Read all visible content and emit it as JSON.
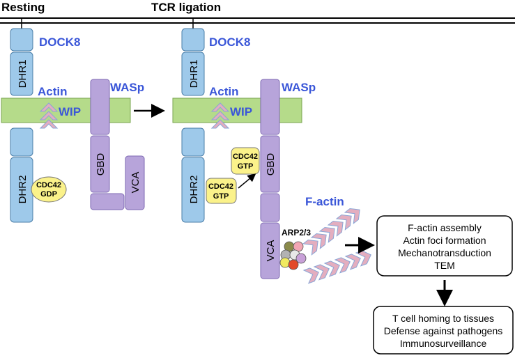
{
  "headers": {
    "resting": "Resting",
    "tcr_ligation": "TCR ligation"
  },
  "resting_panel": {
    "dock8_label": "DOCK8",
    "dhr1_label": "DHR1",
    "dhr2_label": "DHR2",
    "actin_label": "Actin",
    "wip_label": "WIP",
    "wasp_label": "WASp",
    "gbd_label": "GBD",
    "vca_label": "VCA",
    "cdc42_gdp": {
      "line1": "CDC42",
      "line2": "GDP"
    }
  },
  "activated_panel": {
    "dock8_label": "DOCK8",
    "dhr1_label": "DHR1",
    "dhr2_label": "DHR2",
    "actin_label": "Actin",
    "wip_label": "WIP",
    "wasp_label": "WASp",
    "gbd_label": "GBD",
    "vca_label": "VCA",
    "cdc42_gtp_bound": {
      "line1": "CDC42",
      "line2": "GTP"
    },
    "cdc42_gtp_free": {
      "line1": "CDC42",
      "line2": "GTP"
    },
    "f_actin_label": "F-actin",
    "arp_label": "ARP2/3"
  },
  "outcome_box1": {
    "lines": [
      "F-actin assembly",
      "Actin foci formation",
      "Mechanotransduction",
      "TEM"
    ]
  },
  "outcome_box2": {
    "lines": [
      "T cell homing to tissues",
      "Defense against pathogens",
      "Immunosurveillance"
    ]
  },
  "colors": {
    "dock8": "#9ec9ea",
    "wip": "#b5db8a",
    "wasp": "#b7a4da",
    "cdc42": "#fbf28a",
    "actin_chevron": "#e4aebf",
    "label_blue": "#3a56d8"
  },
  "icons": {
    "transition_arrow": "right-arrow-icon",
    "outcome_arrow": "down-arrow-icon"
  }
}
